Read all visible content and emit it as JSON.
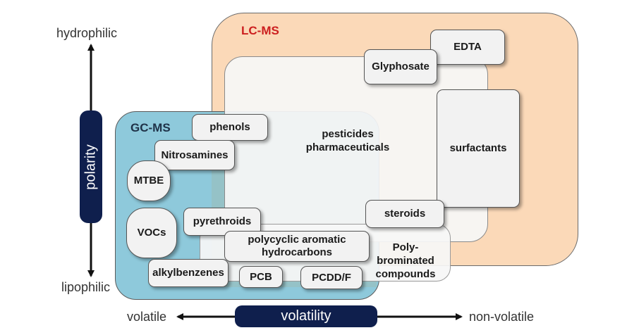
{
  "regions": {
    "lc_ms": "LC-MS",
    "gc_ms": "GC-MS"
  },
  "compounds": {
    "edta": "EDTA",
    "glyphosate": "Glyphosate",
    "phenols": "phenols",
    "pesticides": "pesticides",
    "pharmaceuticals": "pharmaceuticals",
    "surfactants": "surfactants",
    "nitrosamines": "Nitrosamines",
    "mtbe": "MTBE",
    "steroids": "steroids",
    "vocs": "VOCs",
    "pyrethroids": "pyrethroids",
    "pah_line1": "polycyclic aromatic",
    "pah_line2": "hydrocarbons",
    "poly_line1": "Poly-",
    "poly_line2": "brominated",
    "poly_line3": "compounds",
    "alkylbenzenes": "alkylbenzenes",
    "pcb": "PCB",
    "pcdd": "PCDD/F"
  },
  "axes": {
    "polarity": {
      "title": "polarity",
      "top": "hydrophilic",
      "bottom": "lipophilic"
    },
    "volatility": {
      "title": "volatility",
      "left": "volatile",
      "right": "non-volatile"
    }
  },
  "colors": {
    "lc_region": "#fbd9b8",
    "gc_region": "#8ec9db",
    "lc_title": "#cc1f1f",
    "axis_pill": "#0f1f4d"
  }
}
